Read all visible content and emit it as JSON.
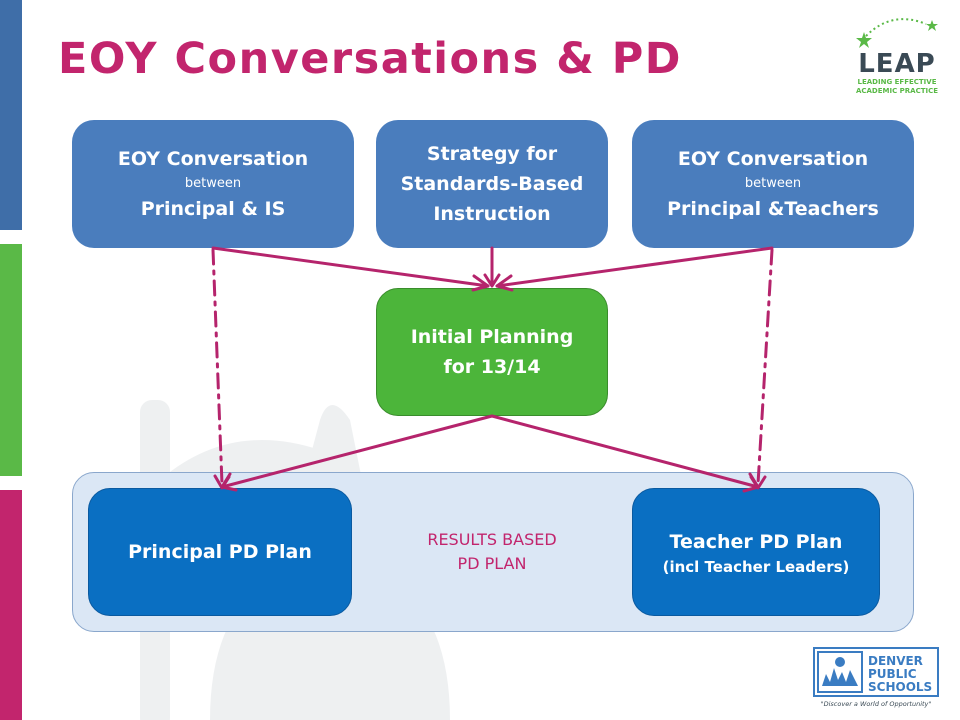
{
  "title": "EOY Conversations & PD",
  "boxes": {
    "eoy_is": {
      "line1": "EOY Conversation",
      "line2": "between",
      "line3": "Principal & IS"
    },
    "strategy": {
      "line1": "Strategy for",
      "line2": "Standards-Based",
      "line3": "Instruction"
    },
    "eoy_teachers": {
      "line1": "EOY Conversation",
      "line2": "between",
      "line3": "Principal &Teachers"
    },
    "initial": {
      "line1": "Initial Planning",
      "line2": "for 13/14"
    },
    "principal_pd": {
      "label": "Principal PD Plan"
    },
    "teacher_pd": {
      "line1": "Teacher PD Plan",
      "line2": "(incl Teacher Leaders)"
    }
  },
  "results": {
    "line1": "RESULTS BASED",
    "line2": "PD PLAN"
  },
  "logos": {
    "leap": {
      "name": "LEAP",
      "tagline1": "LEADING EFFECTIVE",
      "tagline2": "ACADEMIC PRACTICE"
    },
    "dps": {
      "line1": "DENVER",
      "line2": "PUBLIC",
      "line3": "SCHOOLS",
      "tagline": "\"Discover a World of Opportunity\""
    }
  },
  "colors": {
    "accent_pink": "#c2256d",
    "box_blue": "#4a7dbd",
    "box_green": "#4cb53a",
    "box_dark_blue": "#0a6fc2",
    "region_fill": "#dbe7f5"
  }
}
